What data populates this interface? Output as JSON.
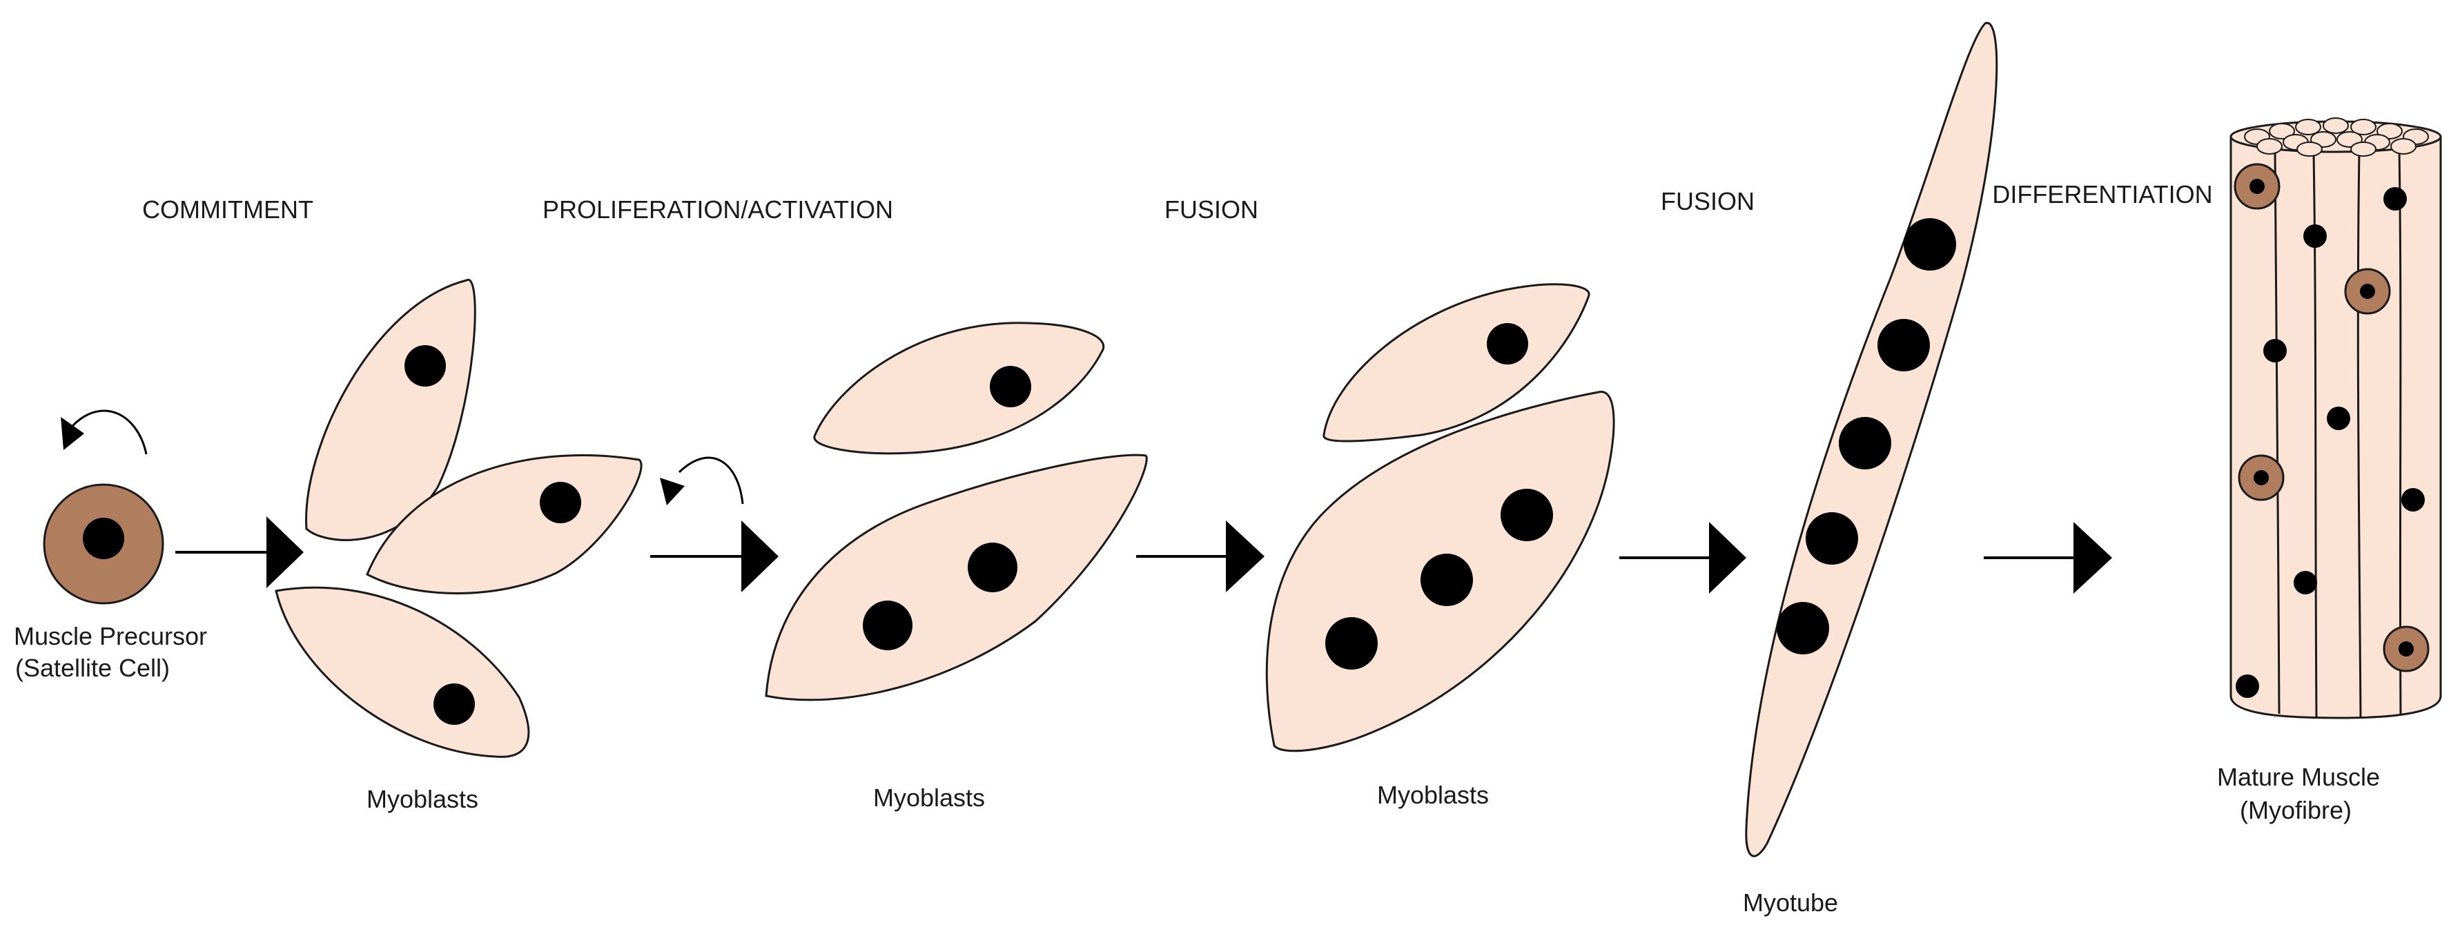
{
  "stages": {
    "commitment": "COMMITMENT",
    "proliferation": "PROLIFERATION/ACTIVATION",
    "fusion_1": "FUSION",
    "fusion_2": "FUSION",
    "differentiation": "DIFFERENTIATION"
  },
  "labels": {
    "precursor_line1": "Muscle Precursor",
    "precursor_line2": "(Satellite Cell)",
    "myoblasts_1": "Myoblasts",
    "myoblasts_2": "Myoblasts",
    "myoblasts_3": "Myoblasts",
    "myotube": "Myotube",
    "mature_line1": "Mature Muscle",
    "mature_line2": "(Myofibre)"
  },
  "colors": {
    "cell_fill": "#fbe3d6",
    "satellite_cell": "#b07d5e",
    "nucleus": "#000000",
    "outline": "#1a1a1a"
  }
}
